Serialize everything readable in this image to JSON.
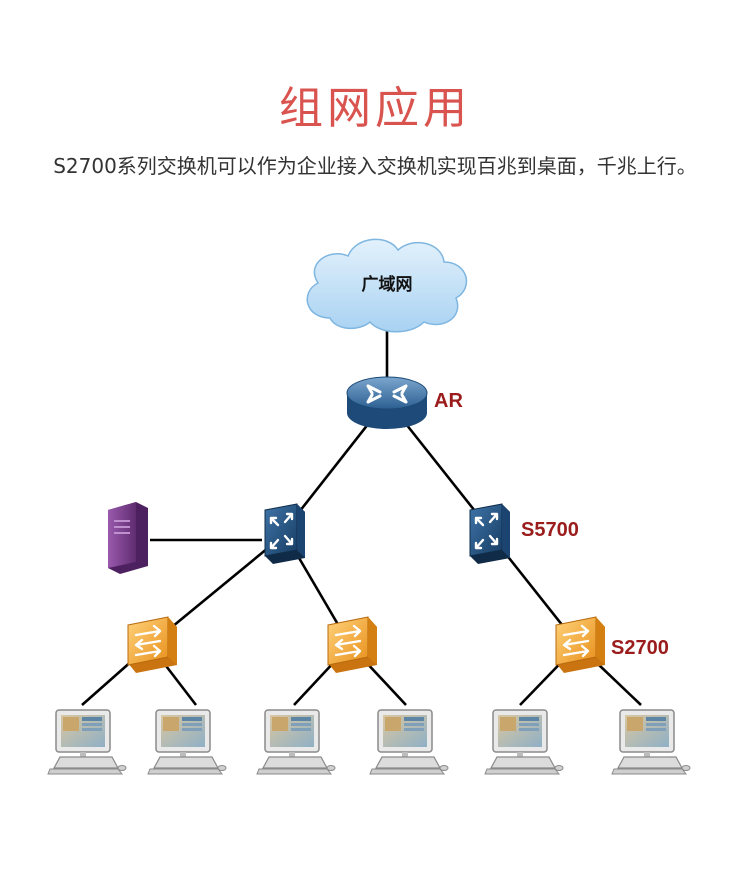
{
  "page": {
    "title": "组网应用",
    "subtitle": "S2700系列交换机可以作为企业接入交换机实现百兆到桌面，千兆上行。"
  },
  "diagram": {
    "wan_label": "广域网",
    "router_label": "AR",
    "core_switch_label": "S5700",
    "access_switch_label": "S2700",
    "colors": {
      "title": "#d9534f",
      "device_label": "#9b1c1c",
      "cloud_fill": "#bfe0f8",
      "link": "#000000",
      "l3_switch": "#1f4e79",
      "l2_switch": "#f0a030",
      "server": "#7b3f8c"
    },
    "icons": [
      "cloud-icon",
      "router-icon",
      "l3-switch-icon",
      "l2-switch-icon",
      "server-icon",
      "pc-icon"
    ]
  }
}
